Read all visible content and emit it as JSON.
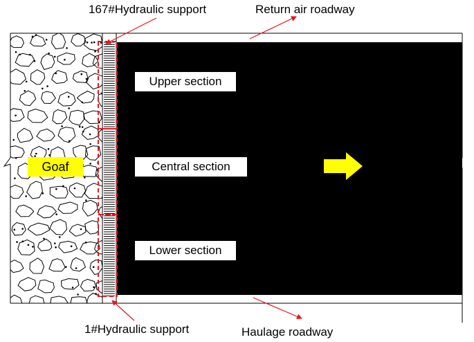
{
  "labels": {
    "support_top": "167#Hydraulic support",
    "return_air": "Return air roadway",
    "support_bottom": "1#Hydraulic support",
    "haulage": "Haulage roadway"
  },
  "sections": {
    "upper": "Upper section",
    "central": "Central section",
    "lower": "Lower section"
  },
  "goaf": "Goaf",
  "colors": {
    "coal": "#000000",
    "annotation": "#e8141b",
    "goaf_highlight": "#ffff00",
    "advance_arrow": "#ffff00"
  },
  "icons": {
    "advance": "right-arrow-icon"
  }
}
